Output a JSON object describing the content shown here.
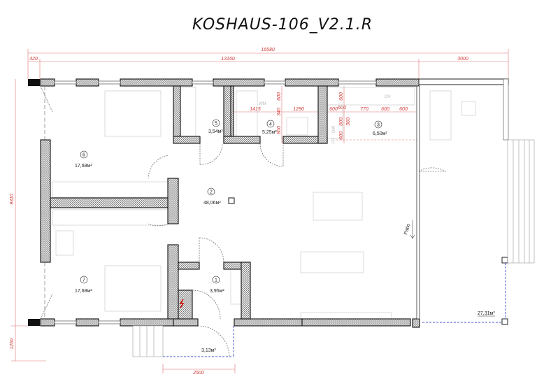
{
  "title": "KOSHAUS-106_V2.1.R",
  "dimensions": {
    "overall_width": "16580",
    "left_offset": "420",
    "house_width": "13160",
    "terrace_width": "3000",
    "house_depth": "9310",
    "porch_depth": "1250",
    "porch_width": "2500",
    "kitchen_bath": [
      "600",
      "600",
      "1415",
      "340",
      "1290",
      "600",
      "600",
      "770",
      "600",
      "600",
      "600",
      "360",
      "600",
      "600",
      "800"
    ]
  },
  "rooms": [
    {
      "number": "1",
      "area": "3,95м²"
    },
    {
      "number": "2",
      "area": "48,06м²"
    },
    {
      "number": "3",
      "area": "6,50м²"
    },
    {
      "number": "4",
      "area": "5,25м²"
    },
    {
      "number": "5",
      "area": "3,54м²"
    },
    {
      "number": "6",
      "area": "17,68м²"
    },
    {
      "number": "7",
      "area": "17,68м²"
    }
  ],
  "terrace": {
    "area": "27,31м²",
    "label": "Patio"
  },
  "porch": {
    "area": "3,13м²"
  },
  "appliances": {
    "washer": "WM",
    "dishwasher": "DW",
    "fridge": "FR",
    "oven": "OV"
  },
  "colors": {
    "dimension": "#d23a3a",
    "glazing": "#4a5ad8",
    "electric_panel": "#cc0000"
  }
}
